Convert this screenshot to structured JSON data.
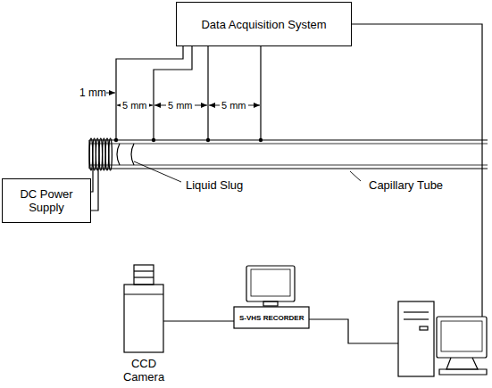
{
  "diagram": {
    "nodes": [
      {
        "text": [
          "Data Acquisition System"
        ]
      },
      {
        "text": [
          "DC Power Supply"
        ]
      }
    ],
    "labels": [
      "1 mm",
      "5 mm",
      "5 mm",
      "5 mm",
      "Liquid Slug",
      "Capillary Tube",
      "CCD Camera",
      "S-VHS RECORDER"
    ]
  }
}
